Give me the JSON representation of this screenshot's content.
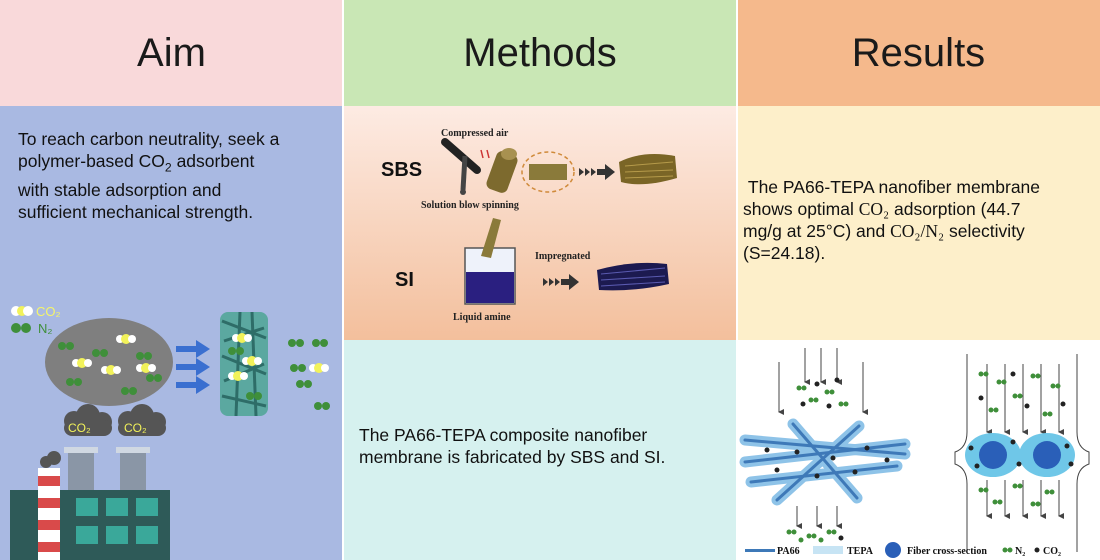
{
  "headers": {
    "aim": "Aim",
    "methods": "Methods",
    "results": "Results"
  },
  "aim": {
    "line1": "To reach carbon neutrality, seek a",
    "line2a": "polymer-based CO",
    "line2sub": "2",
    "line2b": " adsorbent",
    "line3": "with stable adsorption and",
    "line4": "sufficient mechanical strength.",
    "legend_co2": "CO₂",
    "legend_n2": "N₂",
    "cloud_label_1": "CO₂",
    "cloud_label_2": "CO₂"
  },
  "methods": {
    "sbs_label": "SBS",
    "si_label": "SI",
    "compressed_air": "Compressed air",
    "solution_blow_spinning": "Solution blow spinning",
    "impregnated": "Impregnated",
    "liquid_amine": "Liquid amine",
    "text_line1": "The PA66-TEPA composite nanofiber",
    "text_line2": "membrane is fabricated by SBS and SI."
  },
  "results": {
    "line1": "The PA66-TEPA nanofiber membrane",
    "line2a": "shows optimal ",
    "line2co2": "CO₂",
    "line2b": " adsorption (44.7",
    "line3a": "mg/g at 25°C) and  ",
    "line3sel": "CO₂/N₂",
    "line3b": " selectivity",
    "line4": "(S=24.18).",
    "legend_pa66": "PA66",
    "legend_tepa": "TEPA",
    "legend_fiber": "Fiber cross-section",
    "legend_n2": "N₂",
    "legend_co2": "CO₂"
  },
  "colors": {
    "aim_header": "#f9d9da",
    "methods_header": "#c9e7b5",
    "results_header": "#f5b98c",
    "aim_body": "#a9b9e2",
    "methods_bottom": "#d6f1ef",
    "results_top": "#fdefca",
    "co2": "#f2f25a",
    "n2": "#3f8f3a",
    "arrow": "#3a6fd0",
    "amine": "#2a1f80"
  }
}
